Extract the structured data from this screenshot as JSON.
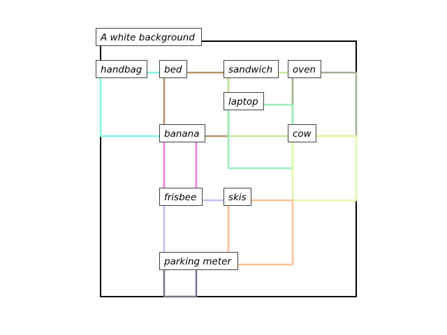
{
  "caption": "A white background",
  "objects": [
    {
      "id": "handbag",
      "label": "handbag",
      "color": "#7ff5e6"
    },
    {
      "id": "bed",
      "label": "bed",
      "color": "#b89268"
    },
    {
      "id": "sandwich",
      "label": "sandwich",
      "color": "#c5e69a"
    },
    {
      "id": "oven",
      "label": "oven",
      "color": "#a0b18e"
    },
    {
      "id": "laptop",
      "label": "laptop",
      "color": "#98edb8"
    },
    {
      "id": "banana",
      "label": "banana",
      "color": "#ffffff"
    },
    {
      "id": "cow",
      "label": "cow",
      "color": "#dff8a6"
    },
    {
      "id": "frisbee",
      "label": "frisbee",
      "color": "#c3bdf0"
    },
    {
      "id": "skis",
      "label": "skis",
      "color": "#ffc093"
    },
    {
      "id": "parking_meter",
      "label": "parking meter",
      "color": "#747484"
    }
  ],
  "colors": {
    "frame": "#000000",
    "caption_box": "#bdbdbd",
    "banana_frisbee_link": "#e37ce0"
  }
}
